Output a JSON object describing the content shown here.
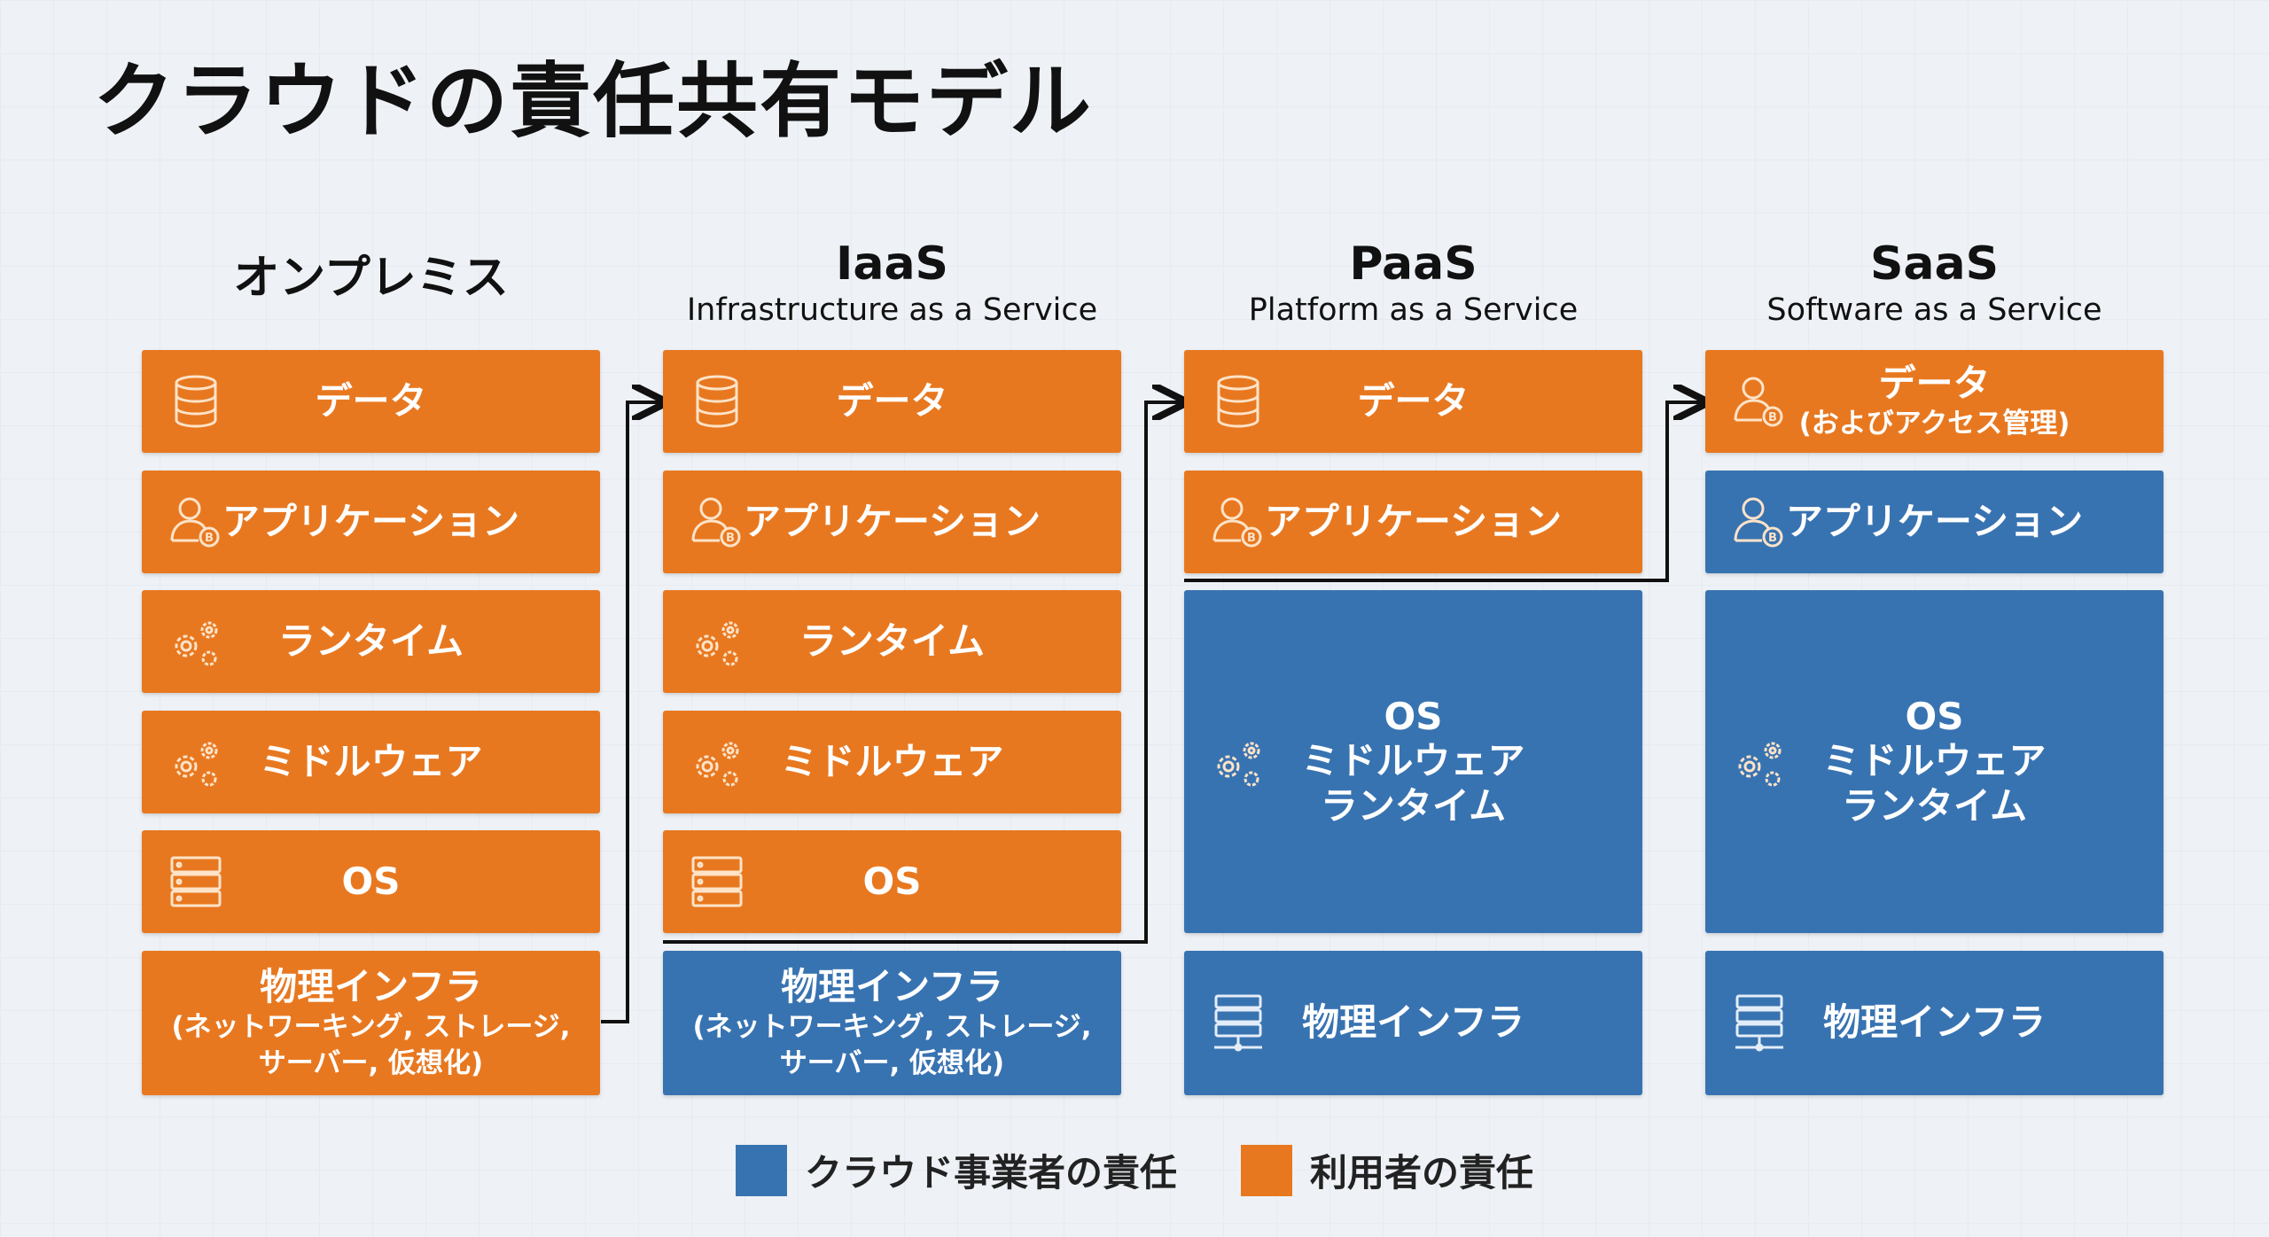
{
  "title": "クラウドの責任共有モデル",
  "columns": [
    {
      "name": "オンプレミス",
      "subtitle": "",
      "boxes": [
        {
          "label": "データ",
          "icon": "database-icon",
          "owner": "user"
        },
        {
          "label": "アプリケーション",
          "icon": "user-icon",
          "owner": "user"
        },
        {
          "label": "ランタイム",
          "icon": "gears-icon",
          "owner": "user"
        },
        {
          "label": "ミドルウェア",
          "icon": "gears-icon",
          "owner": "user"
        },
        {
          "label": "OS",
          "icon": "server-icon",
          "owner": "user"
        },
        {
          "label": "物理インフラ",
          "sub": "(ネットワーキング, ストレージ, サーバー, 仮想化)",
          "owner": "user"
        }
      ]
    },
    {
      "name": "IaaS",
      "subtitle": "Infrastructure as a Service",
      "boxes": [
        {
          "label": "データ",
          "icon": "database-icon",
          "owner": "user"
        },
        {
          "label": "アプリケーション",
          "icon": "user-icon",
          "owner": "user"
        },
        {
          "label": "ランタイム",
          "icon": "gears-icon",
          "owner": "user"
        },
        {
          "label": "ミドルウェア",
          "icon": "gears-icon",
          "owner": "user"
        },
        {
          "label": "OS",
          "icon": "server-icon",
          "owner": "user"
        },
        {
          "label": "物理インフラ",
          "sub": "(ネットワーキング, ストレージ, サーバー, 仮想化)",
          "owner": "provider"
        }
      ]
    },
    {
      "name": "PaaS",
      "subtitle": "Platform as a Service",
      "boxes": [
        {
          "label": "データ",
          "icon": "database-icon",
          "owner": "user"
        },
        {
          "label": "アプリケーション",
          "icon": "user-icon",
          "owner": "user"
        },
        {
          "label": "OS",
          "label2": "ミドルウェア",
          "label3": "ランタイム",
          "icon": "gears-icon",
          "owner": "provider"
        },
        {
          "label": "物理インフラ",
          "icon": "server-rack-icon",
          "owner": "provider"
        }
      ]
    },
    {
      "name": "SaaS",
      "subtitle": "Software as a Service",
      "boxes": [
        {
          "label": "データ",
          "sub": "(およびアクセス管理)",
          "icon": "user-icon",
          "owner": "user"
        },
        {
          "label": "アプリケーション",
          "icon": "user-icon",
          "owner": "provider"
        },
        {
          "label": "OS",
          "label2": "ミドルウェア",
          "label3": "ランタイム",
          "icon": "gears-icon",
          "owner": "provider"
        },
        {
          "label": "物理インフラ",
          "icon": "server-rack-icon",
          "owner": "provider"
        }
      ]
    }
  ],
  "legend": {
    "provider": "クラウド事業者の責任",
    "user": "利用者の責任"
  },
  "colors": {
    "user": "#e87820",
    "provider": "#3873b1"
  }
}
